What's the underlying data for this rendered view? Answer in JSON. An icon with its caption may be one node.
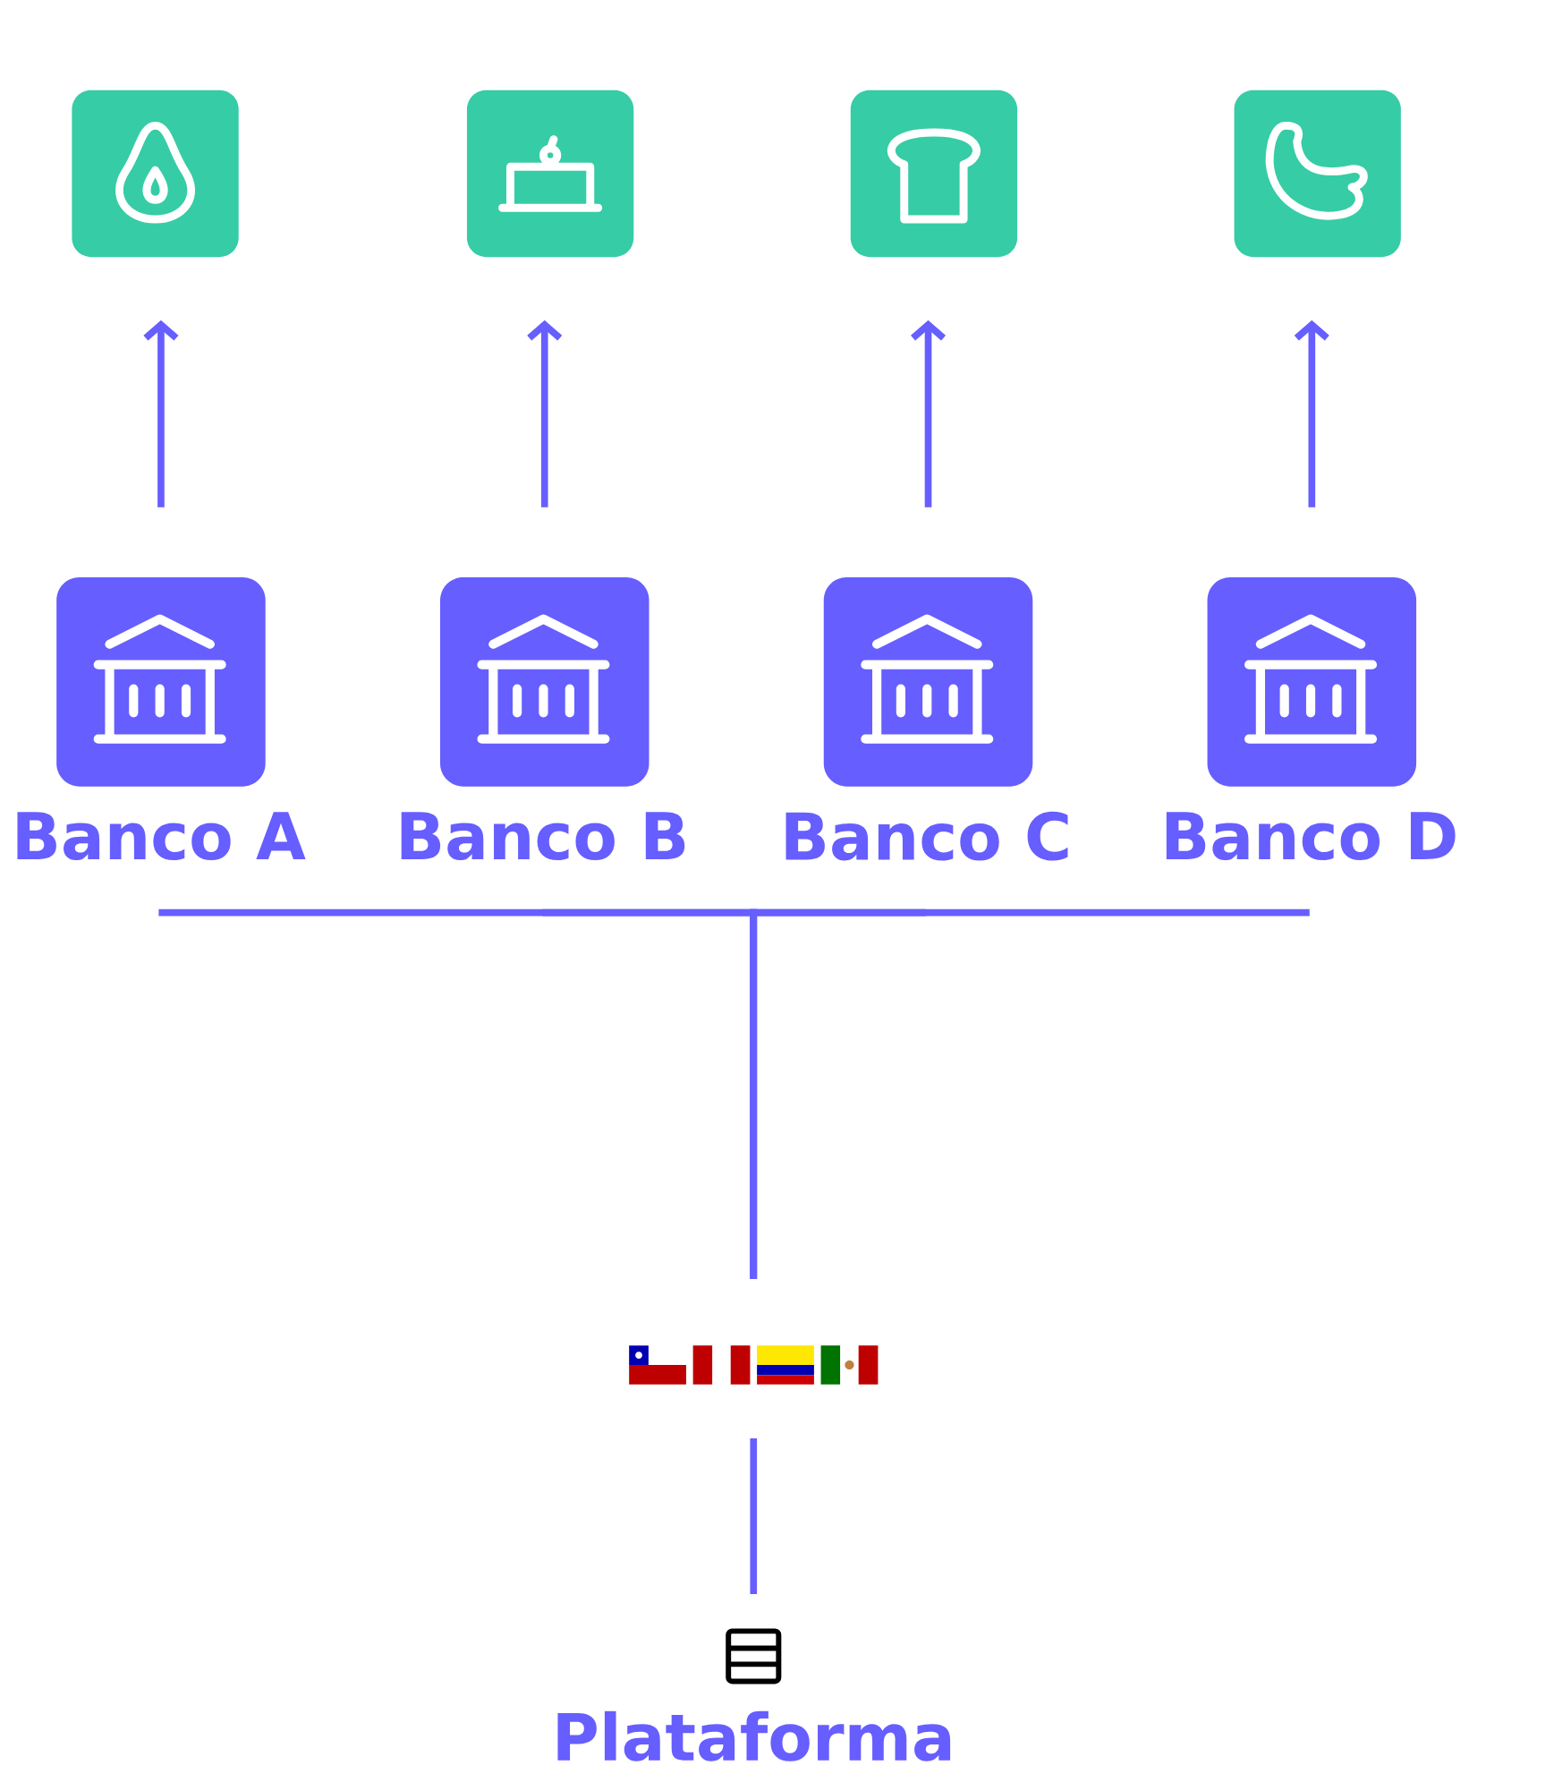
{
  "diagram": {
    "nodes": [
      {
        "text": [],
        "shape": "box"
      },
      {
        "text": [],
        "shape": "box"
      },
      {
        "text": [],
        "shape": "box"
      },
      {
        "text": [],
        "shape": "box"
      },
      {
        "text": [
          "Banco A"
        ]
      },
      {
        "text": [
          "Banco B"
        ]
      },
      {
        "text": [
          "Banco C"
        ]
      },
      {
        "text": [
          "Banco D"
        ]
      },
      {
        "text": [],
        "shape": "picture"
      },
      {
        "text": [
          "Plataforma"
        ]
      }
    ],
    "edges": [
      {
        "from": 4,
        "to": 0,
        "arrow": "to"
      },
      {
        "from": 5,
        "to": 1,
        "arrow": "to"
      },
      {
        "from": 6,
        "to": 2,
        "arrow": "to"
      },
      {
        "from": 7,
        "to": 3,
        "arrow": "to"
      },
      {
        "from": 4,
        "to": 8,
        "arrow": "none"
      },
      {
        "from": 5,
        "to": 8,
        "arrow": "none"
      },
      {
        "from": 6,
        "to": 8,
        "arrow": "none"
      },
      {
        "from": 7,
        "to": 8,
        "arrow": "none"
      },
      {
        "from": 8,
        "to": 9,
        "arrow": "none"
      }
    ]
  }
}
